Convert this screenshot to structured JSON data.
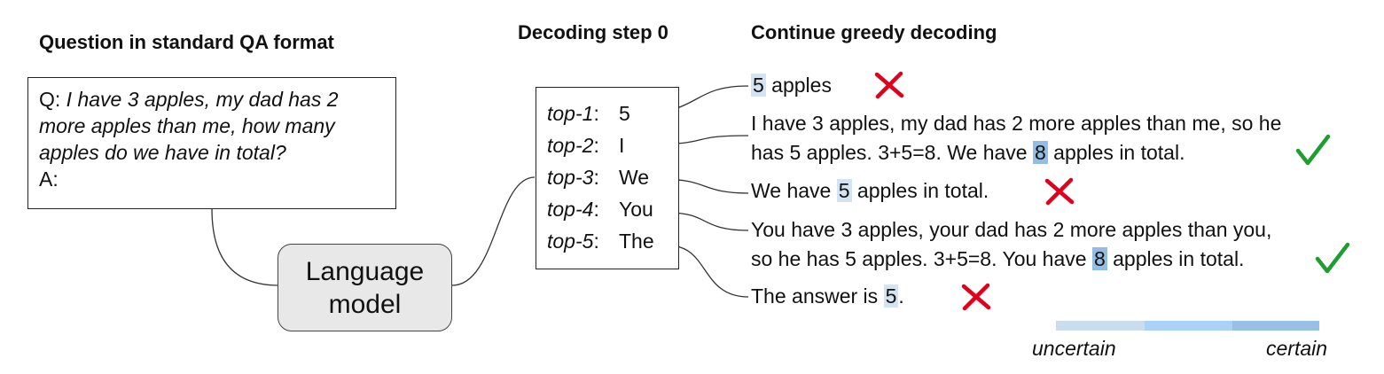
{
  "headings": {
    "question": "Question in standard QA format",
    "decoding_step": "Decoding step 0",
    "continue": "Continue greedy decoding"
  },
  "question_box": {
    "q_prefix": "Q: ",
    "question": "I have 3 apples, my dad has 2 more apples than me, how many apples do we have in total?",
    "answer_prefix": "A:"
  },
  "language_model": {
    "line1": "Language",
    "line2": "model"
  },
  "top_k": [
    {
      "label": "top-1",
      "token": "5"
    },
    {
      "label": "top-2",
      "token": "I"
    },
    {
      "label": "top-3",
      "token": "We"
    },
    {
      "label": "top-4",
      "token": "You"
    },
    {
      "label": "top-5",
      "token": "The"
    }
  ],
  "continuations": [
    {
      "line1_pre": "",
      "line1_hl": "5",
      "line1_post": " apples",
      "correct": false
    },
    {
      "line1": "I have 3 apples, my dad has 2 more apples than me, so he",
      "line2_pre": "has 5 apples. 3+5=8. We have ",
      "line2_hl": "8",
      "line2_post": " apples in total.",
      "correct": true
    },
    {
      "line1_pre": "We have ",
      "line1_hl": "5",
      "line1_post": " apples in total.",
      "correct": false
    },
    {
      "line1": "You have 3 apples, your dad has 2 more apples than you,",
      "line2_pre": "so he has 5 apples. 3+5=8. You have ",
      "line2_hl": "8",
      "line2_post": " apples in total.",
      "correct": true
    },
    {
      "line1_pre": "The answer is ",
      "line1_hl": "5",
      "line1_post": ".",
      "correct": false
    }
  ],
  "legend": {
    "left": "uncertain",
    "right": "certain",
    "colors": [
      "#c9ddef",
      "#a9d2f6",
      "#98bfe4"
    ]
  },
  "colors": {
    "cross": "#e0001b",
    "check": "#1e9e2e",
    "highlight_uncertain": "#d3e3f1",
    "highlight_certain": "#94bde3",
    "lm_fill": "#e8e8e8"
  }
}
